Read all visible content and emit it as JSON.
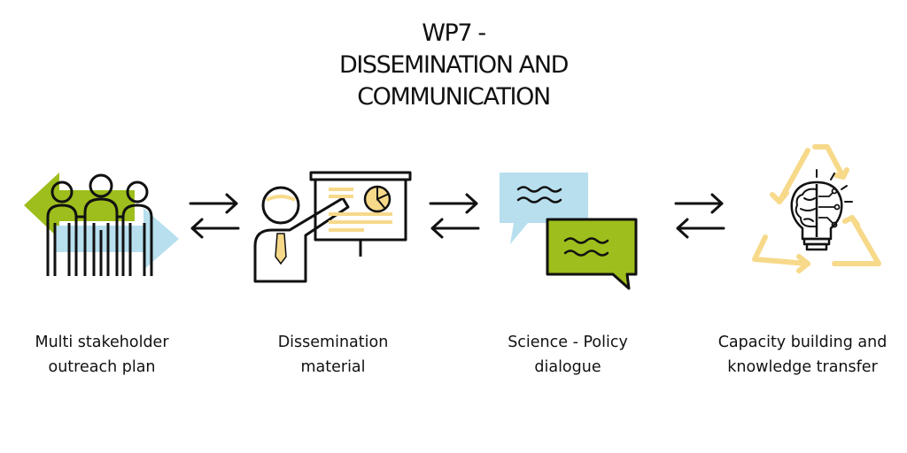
{
  "title": {
    "line1": "WP7 -",
    "line2": "DISSEMINATION AND",
    "line3": "COMMUNICATION"
  },
  "colors": {
    "green": "#9dbe1c",
    "light_blue": "#b7dfee",
    "yellow": "#f7d98a",
    "ink": "#111111"
  },
  "steps": [
    {
      "icon": "stakeholder-group-icon",
      "caption_line1": "Multi stakeholder",
      "caption_line2": "outreach plan"
    },
    {
      "icon": "presenter-icon",
      "caption_line1": "Dissemination",
      "caption_line2": "material"
    },
    {
      "icon": "dialogue-bubbles-icon",
      "caption_line1": "Science - Policy",
      "caption_line2": "dialogue"
    },
    {
      "icon": "brain-lightbulb-cycle-icon",
      "caption_line1": "Capacity building and",
      "caption_line2": "knowledge transfer"
    }
  ],
  "connectors": [
    "bidirectional-arrows-icon",
    "bidirectional-arrows-icon",
    "bidirectional-arrows-icon"
  ]
}
